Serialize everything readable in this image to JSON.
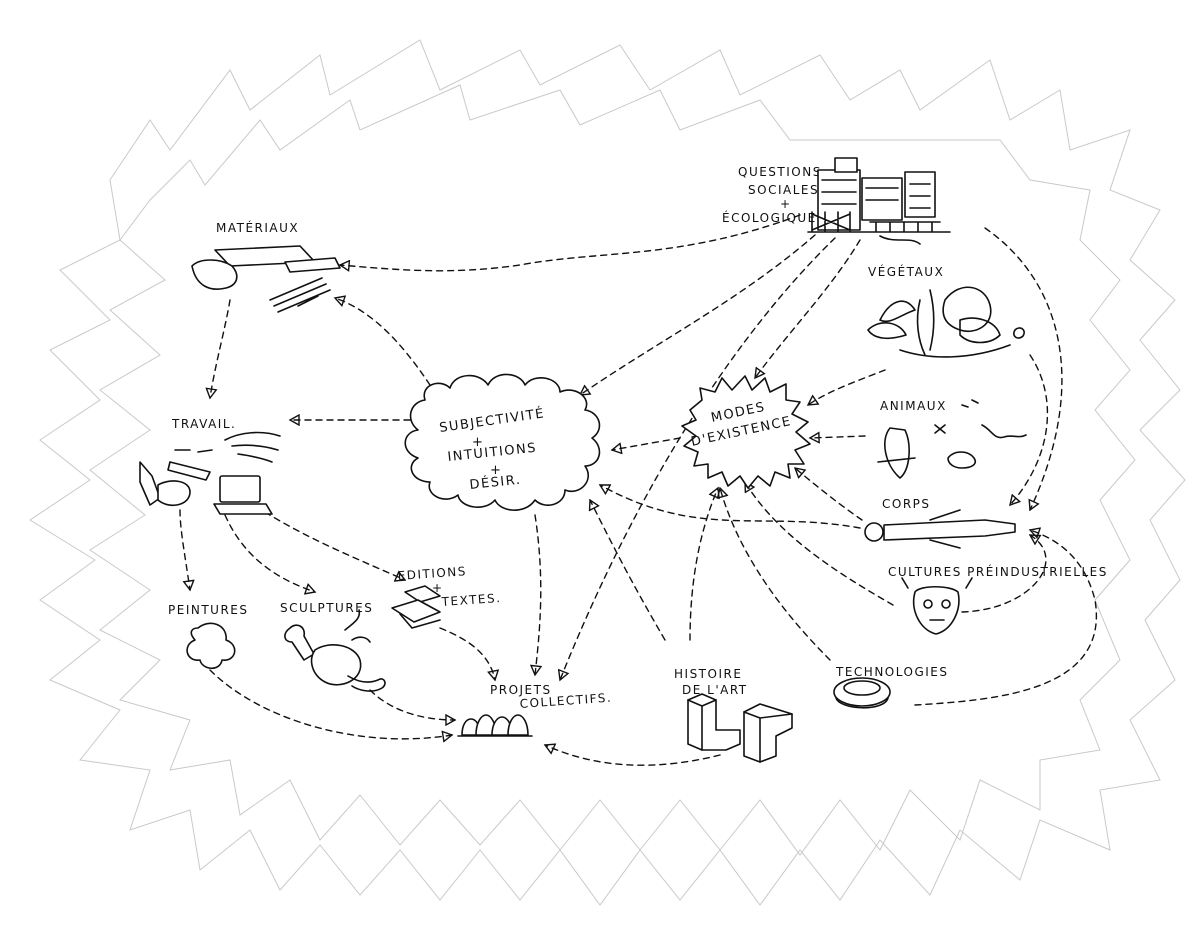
{
  "nodes": {
    "questions": [
      "QUESTIONS",
      "SOCIALES",
      "+",
      "ÉCOLOGIQUES"
    ],
    "materiaux": "MATÉRIAUX",
    "travail": "TRAVAIL.",
    "subjectivite": [
      "SUBJECTIVITÉ",
      "+",
      "INTUITIONS",
      "+",
      "DÉSIR."
    ],
    "modes": [
      "MODES",
      "D'EXISTENCE"
    ],
    "vegetaux": "VÉGÉTAUX",
    "animaux": "ANIMAUX",
    "corps": "CORPS",
    "cultures": "CULTURES PRÉINDUSTRIELLES",
    "peintures": "PEINTURES",
    "sculptures": "SCULPTURES",
    "editions": [
      "EDITIONS",
      "+",
      "TEXTES."
    ],
    "projets": [
      "PROJETS",
      "COLLECTIFS."
    ],
    "histoire": [
      "HISTOIRE",
      "DE L'ART"
    ],
    "technologies": "TECHNOLOGIES"
  }
}
